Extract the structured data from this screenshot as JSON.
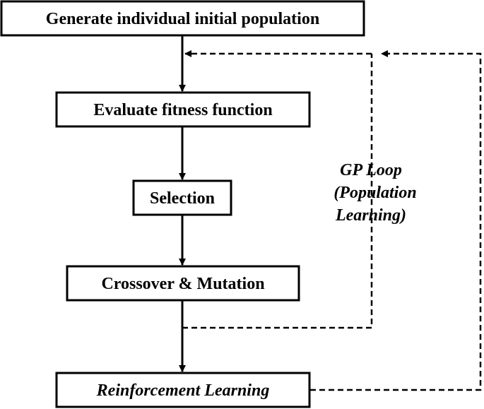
{
  "diagram": {
    "nodes": {
      "generate": "Generate individual initial population",
      "evaluate": "Evaluate fitness function",
      "selection": "Selection",
      "crossover": "Crossover & Mutation",
      "reinforcement": "Reinforcement Learning"
    },
    "loop_label": {
      "line1": "GP Loop",
      "line2": "(Population",
      "line3": "Learning)"
    }
  }
}
